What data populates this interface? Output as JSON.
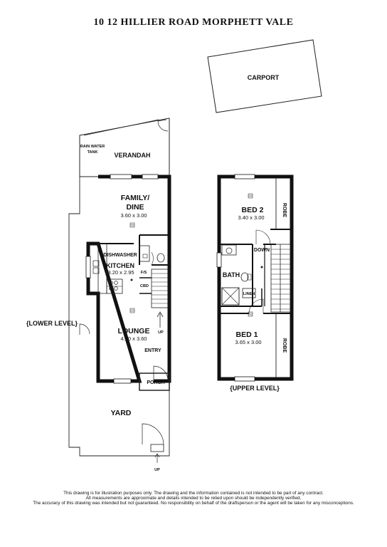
{
  "title": "10 12 HILLIER ROAD MORPHETT VALE",
  "lower": {
    "carport": "CARPORT",
    "rain_water_tank": "RAIN WATER TANK",
    "verandah": "VERANDAH",
    "family_dine": {
      "name": "FAMILY/ DINE",
      "size": "3.60 x 3.00"
    },
    "dishwasher": "DISHWASHER",
    "kitchen": {
      "name": "KITCHEN",
      "size": "3.20 x 2.95"
    },
    "fs": "F/S",
    "cbd": "CBD",
    "lounge": {
      "name": "LOUNGE",
      "size": "4.40 x 3.60"
    },
    "up_stairs": "UP",
    "entry": "ENTRY",
    "porch": "PORCH",
    "level_label": "{LOWER LEVEL}",
    "yard": "YARD",
    "up_yard": "UP"
  },
  "upper": {
    "bed2": {
      "name": "BED 2",
      "size": "3.40 x 3.00"
    },
    "robe_top": "ROBE",
    "down": "DOWN",
    "bath": "BATH",
    "linen": "LINEN",
    "bed1": {
      "name": "BED 1",
      "size": "3.65 x 3.00"
    },
    "robe_bottom": "ROBE",
    "level_label": "{UPPER LEVEL}"
  },
  "disclaimer": {
    "line1": "This drawing is for illustration purposes only. The drawing and the information contained is not intended to be part of any contract.",
    "line2": "All measurements are approximate and details intended to be relied upon should be independently verified.",
    "line3": "The accuracy of this drawing was intended but not guaranteed. No responsibility on behalf of the draftsperson or the agent will be taken for any misconceptions."
  }
}
